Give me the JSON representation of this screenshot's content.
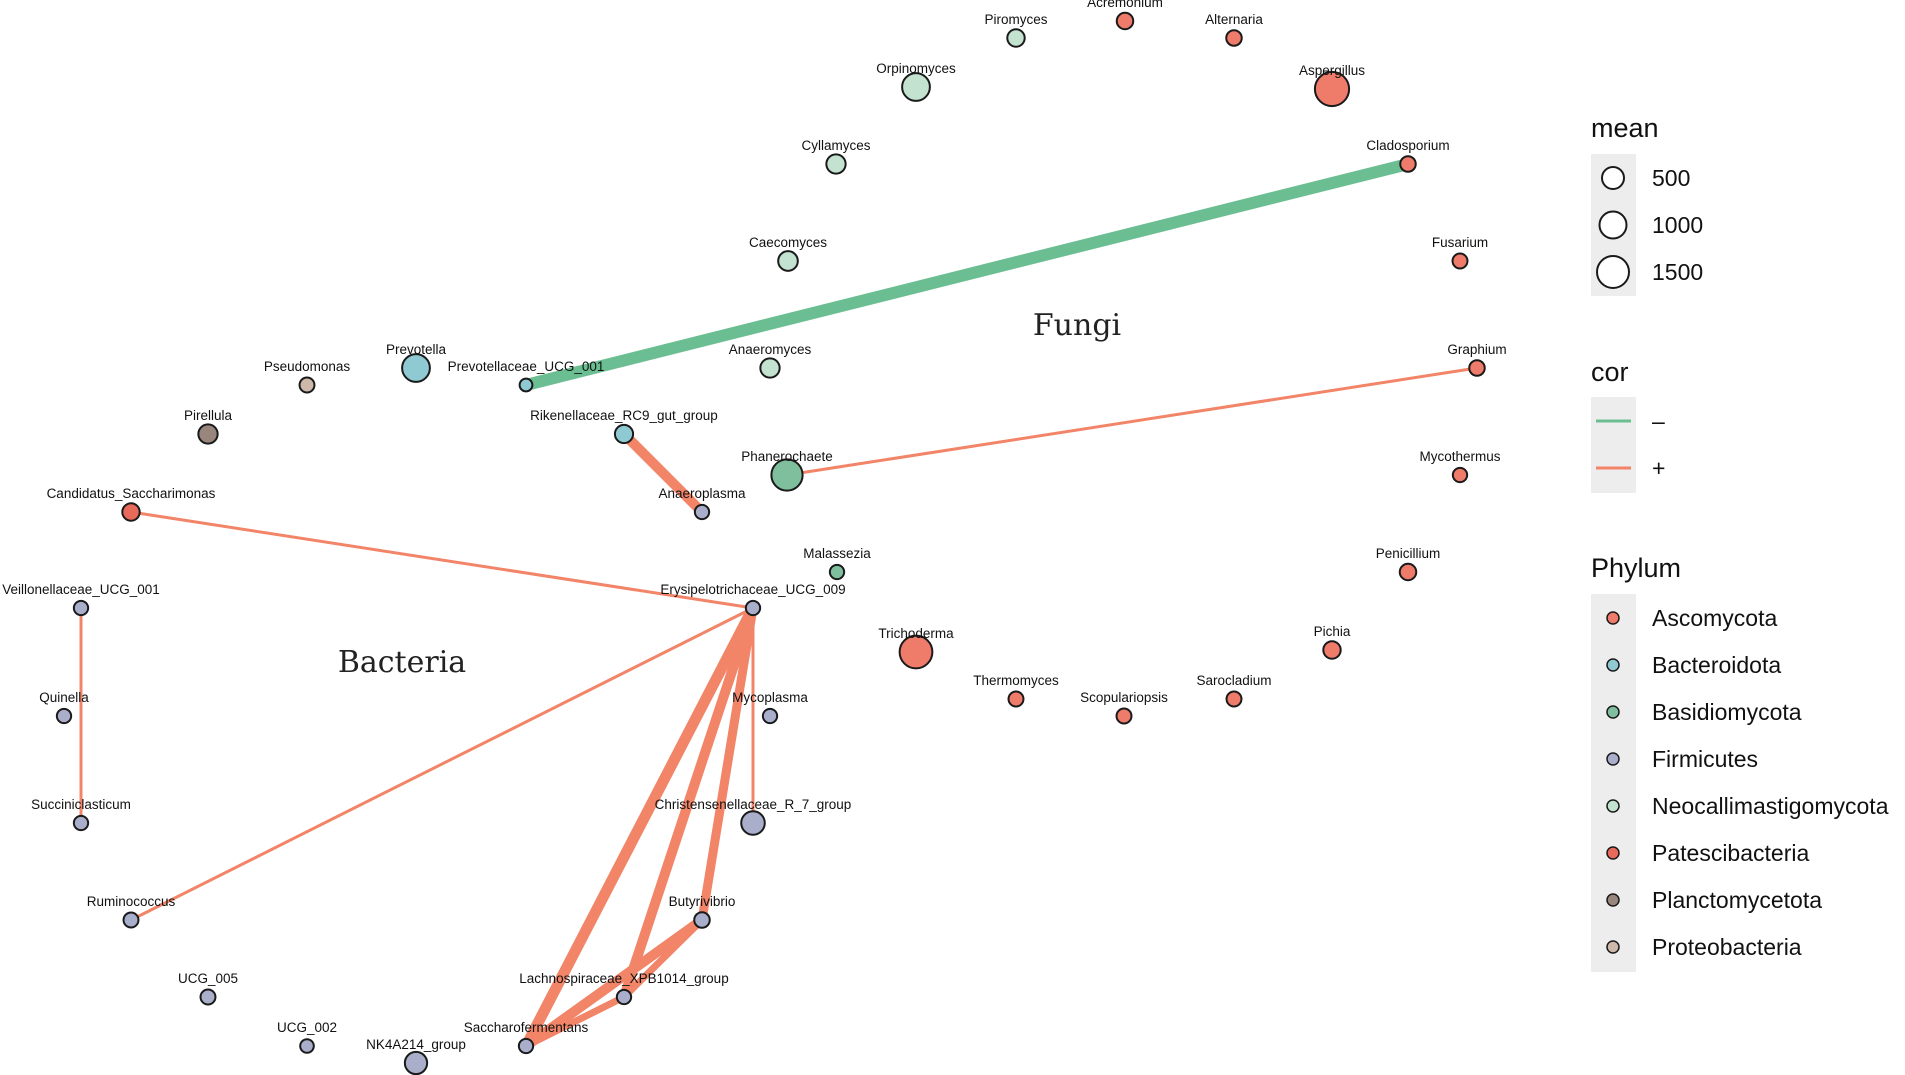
{
  "groups": [
    {
      "id": "fungi",
      "label": "Fungi"
    },
    {
      "id": "bacteria",
      "label": "Bacteria"
    }
  ],
  "phyla": [
    {
      "name": "Ascomycota",
      "color": "#EF7B6B"
    },
    {
      "name": "Bacteroidota",
      "color": "#8FCAD3"
    },
    {
      "name": "Basidiomycota",
      "color": "#7FBF9E"
    },
    {
      "name": "Firmicutes",
      "color": "#A9AFCB"
    },
    {
      "name": "Neocallimastigomycota",
      "color": "#C3E3D0"
    },
    {
      "name": "Patescibacteria",
      "color": "#E86A5A"
    },
    {
      "name": "Planctomycetota",
      "color": "#98857B"
    },
    {
      "name": "Proteobacteria",
      "color": "#CDB8A9"
    }
  ],
  "nodes": [
    {
      "id": "Piromyces",
      "phylum": "Neocallimastigomycota",
      "mean": 100
    },
    {
      "id": "Acremonium",
      "phylum": "Ascomycota",
      "mean": 80
    },
    {
      "id": "Alternaria",
      "phylum": "Ascomycota",
      "mean": 60
    },
    {
      "id": "Orpinomyces",
      "phylum": "Neocallimastigomycota",
      "mean": 500
    },
    {
      "id": "Aspergillus",
      "phylum": "Ascomycota",
      "mean": 900
    },
    {
      "id": "Cyllamyces",
      "phylum": "Neocallimastigomycota",
      "mean": 150
    },
    {
      "id": "Cladosporium",
      "phylum": "Ascomycota",
      "mean": 60
    },
    {
      "id": "Caecomyces",
      "phylum": "Neocallimastigomycota",
      "mean": 160
    },
    {
      "id": "Fusarium",
      "phylum": "Ascomycota",
      "mean": 50
    },
    {
      "id": "Prevotella",
      "phylum": "Bacteroidota",
      "mean": 500
    },
    {
      "id": "Pseudomonas",
      "phylum": "Proteobacteria",
      "mean": 50
    },
    {
      "id": "Prevotellaceae_UCG_001",
      "phylum": "Bacteroidota",
      "mean": 20
    },
    {
      "id": "Anaeromyces",
      "phylum": "Neocallimastigomycota",
      "mean": 150
    },
    {
      "id": "Graphium",
      "phylum": "Ascomycota",
      "mean": 60
    },
    {
      "id": "Pirellula",
      "phylum": "Planctomycetota",
      "mean": 150
    },
    {
      "id": "Rikenellaceae_RC9_gut_group",
      "phylum": "Bacteroidota",
      "mean": 120
    },
    {
      "id": "Phanerochaete",
      "phylum": "Basidiomycota",
      "mean": 700
    },
    {
      "id": "Mycothermus",
      "phylum": "Ascomycota",
      "mean": 40
    },
    {
      "id": "Candidatus_Saccharimonas",
      "phylum": "Patescibacteria",
      "mean": 100
    },
    {
      "id": "Anaeroplasma",
      "phylum": "Firmicutes",
      "mean": 40
    },
    {
      "id": "Malassezia",
      "phylum": "Basidiomycota",
      "mean": 40
    },
    {
      "id": "Penicillium",
      "phylum": "Ascomycota",
      "mean": 80
    },
    {
      "id": "Veillonellaceae_UCG_001",
      "phylum": "Firmicutes",
      "mean": 40
    },
    {
      "id": "Erysipelotrichaceae_UCG_009",
      "phylum": "Firmicutes",
      "mean": 40
    },
    {
      "id": "Trichoderma",
      "phylum": "Ascomycota",
      "mean": 800
    },
    {
      "id": "Pichia",
      "phylum": "Ascomycota",
      "mean": 100
    },
    {
      "id": "Thermomyces",
      "phylum": "Ascomycota",
      "mean": 50
    },
    {
      "id": "Scopulariopsis",
      "phylum": "Ascomycota",
      "mean": 50
    },
    {
      "id": "Sarocladium",
      "phylum": "Ascomycota",
      "mean": 50
    },
    {
      "id": "Quinella",
      "phylum": "Firmicutes",
      "mean": 40
    },
    {
      "id": "Mycoplasma",
      "phylum": "Firmicutes",
      "mean": 40
    },
    {
      "id": "Succiniclasticum",
      "phylum": "Firmicutes",
      "mean": 40
    },
    {
      "id": "Christensenellaceae_R_7_group",
      "phylum": "Firmicutes",
      "mean": 300
    },
    {
      "id": "Ruminococcus",
      "phylum": "Firmicutes",
      "mean": 50
    },
    {
      "id": "Butyrivibrio",
      "phylum": "Firmicutes",
      "mean": 60
    },
    {
      "id": "UCG_005",
      "phylum": "Firmicutes",
      "mean": 50
    },
    {
      "id": "Lachnospiraceae_XPB1014_group",
      "phylum": "Firmicutes",
      "mean": 40
    },
    {
      "id": "Saccharofermentans",
      "phylum": "Firmicutes",
      "mean": 40
    },
    {
      "id": "UCG_002",
      "phylum": "Firmicutes",
      "mean": 30
    },
    {
      "id": "NK4A214_group",
      "phylum": "Firmicutes",
      "mean": 250
    }
  ],
  "edges": [
    {
      "source": "Prevotellaceae_UCG_001",
      "target": "Cladosporium",
      "cor": "–",
      "strength": 12
    },
    {
      "source": "Phanerochaete",
      "target": "Graphium",
      "cor": "+",
      "strength": 3
    },
    {
      "source": "Rikenellaceae_RC9_gut_group",
      "target": "Anaeroplasma",
      "cor": "+",
      "strength": 10
    },
    {
      "source": "Candidatus_Saccharimonas",
      "target": "Erysipelotrichaceae_UCG_009",
      "cor": "+",
      "strength": 3
    },
    {
      "source": "Veillonellaceae_UCG_001",
      "target": "Succiniclasticum",
      "cor": "+",
      "strength": 3
    },
    {
      "source": "Erysipelotrichaceae_UCG_009",
      "target": "Ruminococcus",
      "cor": "+",
      "strength": 3
    },
    {
      "source": "Erysipelotrichaceae_UCG_009",
      "target": "Christensenellaceae_R_7_group",
      "cor": "+",
      "strength": 3
    },
    {
      "source": "Erysipelotrichaceae_UCG_009",
      "target": "Butyrivibrio",
      "cor": "+",
      "strength": 9
    },
    {
      "source": "Erysipelotrichaceae_UCG_009",
      "target": "Lachnospiraceae_XPB1014_group",
      "cor": "+",
      "strength": 10
    },
    {
      "source": "Erysipelotrichaceae_UCG_009",
      "target": "Saccharofermentans",
      "cor": "+",
      "strength": 11
    },
    {
      "source": "Butyrivibrio",
      "target": "Lachnospiraceae_XPB1014_group",
      "cor": "+",
      "strength": 7
    },
    {
      "source": "Butyrivibrio",
      "target": "Saccharofermentans",
      "cor": "+",
      "strength": 10
    },
    {
      "source": "Lachnospiraceae_XPB1014_group",
      "target": "Saccharofermentans",
      "cor": "+",
      "strength": 7
    }
  ],
  "legend": {
    "mean": {
      "title": "mean",
      "items": [
        {
          "label": "500",
          "value": 500
        },
        {
          "label": "1000",
          "value": 1000
        },
        {
          "label": "1500",
          "value": 1500
        }
      ]
    },
    "cor": {
      "title": "cor",
      "items": [
        {
          "label": "–",
          "color": "#6BBE92"
        },
        {
          "label": "+",
          "color": "#F28468"
        }
      ]
    },
    "phylum": {
      "title": "Phylum"
    }
  }
}
